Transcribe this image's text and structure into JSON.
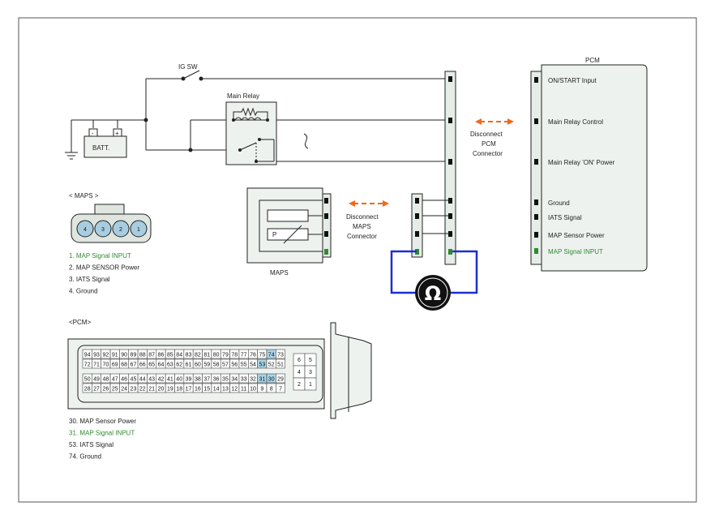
{
  "colors": {
    "wire": "#222222",
    "signal_green": "#2e8b2e",
    "meter_loop": "#1a2fd0",
    "arrow": "#f06a1a",
    "connector_fill": "#e6ece7",
    "pin_highlight": "#a8d4e6"
  },
  "labels": {
    "ig_sw": "IG SW",
    "main_relay": "Main Relay",
    "batt": "BATT.",
    "batt_minus": "-",
    "batt_plus": "+",
    "pcm_title": "PCM",
    "maps_label": "MAPS",
    "maps_p": "P",
    "disconnect_pcm": [
      "Disconnect",
      "PCM",
      "Connector"
    ],
    "disconnect_maps": [
      "Disconnect",
      "MAPS",
      "Connector"
    ],
    "ohm": "Ω"
  },
  "pcm_pins": [
    {
      "text": "ON/START Input",
      "green": false
    },
    {
      "text": "Main Relay Control",
      "green": false
    },
    {
      "text": "Main Relay 'ON' Power",
      "green": false
    },
    {
      "text": "Ground",
      "green": false
    },
    {
      "text": "IATS Signal",
      "green": false
    },
    {
      "text": "MAP Sensor Power",
      "green": false
    },
    {
      "text": "MAP Signal INPUT",
      "green": true
    }
  ],
  "maps_connector": {
    "title": "< MAPS     >",
    "pins": [
      "4",
      "3",
      "2",
      "1"
    ],
    "legend": [
      {
        "text": "1.   MAP Signal INPUT",
        "green": true
      },
      {
        "text": "2.   MAP SENSOR Power",
        "green": false
      },
      {
        "text": "3.   IATS Signal",
        "green": false
      },
      {
        "text": "4.   Ground",
        "green": false
      }
    ]
  },
  "pcm_connector": {
    "title": "<PCM>",
    "row1": [
      "94",
      "93",
      "92",
      "91",
      "90",
      "89",
      "88",
      "87",
      "86",
      "85",
      "84",
      "83",
      "82",
      "81",
      "80",
      "79",
      "78",
      "77",
      "76",
      "75",
      "74",
      "73"
    ],
    "row2": [
      "72",
      "71",
      "70",
      "69",
      "68",
      "67",
      "66",
      "65",
      "64",
      "63",
      "62",
      "61",
      "60",
      "59",
      "58",
      "57",
      "56",
      "55",
      "54",
      "53",
      "52",
      "51"
    ],
    "row3": [
      "50",
      "49",
      "48",
      "47",
      "46",
      "45",
      "44",
      "43",
      "42",
      "41",
      "40",
      "39",
      "38",
      "37",
      "36",
      "35",
      "34",
      "33",
      "32",
      "31",
      "30",
      "29"
    ],
    "row4": [
      "28",
      "27",
      "26",
      "25",
      "24",
      "23",
      "22",
      "21",
      "20",
      "19",
      "18",
      "17",
      "16",
      "15",
      "14",
      "13",
      "12",
      "11",
      "10",
      "9",
      "8",
      "7"
    ],
    "highlight": [
      "74",
      "53",
      "31",
      "30"
    ],
    "small_pins": [
      [
        "6",
        "5"
      ],
      [
        "4",
        "3"
      ],
      [
        "2",
        "1"
      ]
    ],
    "legend": [
      {
        "text": "30.   MAP Sensor Power",
        "green": false
      },
      {
        "text": "31. MAP Signal INPUT",
        "green": true
      },
      {
        "text": "53.   IATS Signal",
        "green": false
      },
      {
        "text": "74.   Ground",
        "green": false
      }
    ]
  }
}
